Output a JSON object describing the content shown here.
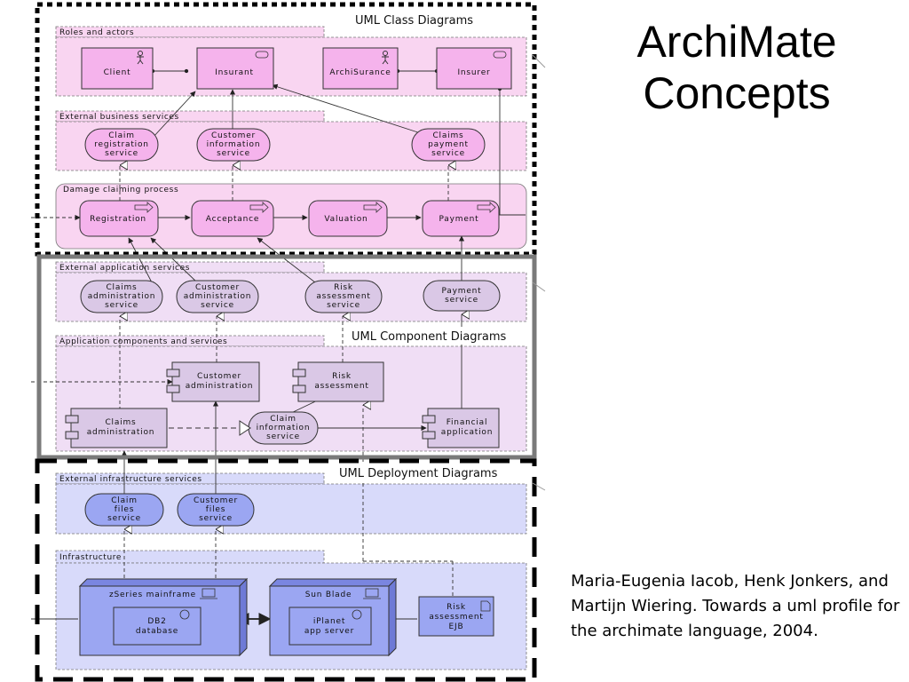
{
  "slide": {
    "title_line1": "ArchiMate",
    "title_line2": "Concepts",
    "citation": "Maria-Eugenia Iacob, Henk Jonkers, and Martijn Wiering. Towards a uml profile for the archimate language, 2004."
  },
  "overlays": {
    "class": "UML Class Diagrams",
    "component": "UML Component Diagrams",
    "deployment": "UML Deployment Diagrams"
  },
  "groups": {
    "roles": "Roles and actors",
    "ext_business": "External business services",
    "process": "Damage claiming process",
    "ext_app": "External application services",
    "app_comp": "Application components and services",
    "ext_infra": "External infrastructure services",
    "infra": "Infrastructure"
  },
  "roles": {
    "client": "Client",
    "insurant": "Insurant",
    "archisurance": "ArchiSurance",
    "insurer": "Insurer"
  },
  "business_services": {
    "claim_reg": [
      "Claim",
      "registration",
      "service"
    ],
    "customer_info": [
      "Customer",
      "information",
      "service"
    ],
    "claims_payment": [
      "Claims",
      "payment",
      "service"
    ]
  },
  "process_steps": {
    "registration": "Registration",
    "acceptance": "Acceptance",
    "valuation": "Valuation",
    "payment": "Payment"
  },
  "app_services": {
    "claims_admin": [
      "Claims",
      "administration",
      "service"
    ],
    "customer_admin": [
      "Customer",
      "administration",
      "service"
    ],
    "risk_assess": [
      "Risk",
      "assessment",
      "service"
    ],
    "payment": [
      "Payment",
      "service"
    ]
  },
  "components": {
    "customer_admin": [
      "Customer",
      "administration"
    ],
    "risk": [
      "Risk",
      "assessment"
    ],
    "claims_admin": [
      "Claims",
      "administration"
    ],
    "claim_info": [
      "Claim",
      "information",
      "service"
    ],
    "financial": [
      "Financial",
      "application"
    ]
  },
  "infra_services": {
    "claim_files": [
      "Claim",
      "files",
      "service"
    ],
    "customer_files": [
      "Customer",
      "files",
      "service"
    ]
  },
  "infrastructure": {
    "zseries": "zSeries mainframe",
    "db2": [
      "DB2",
      "database"
    ],
    "sunblade": "Sun Blade",
    "iplanet": [
      "iPlanet",
      "app server"
    ],
    "ejb": [
      "Risk",
      "assessment",
      "EJB"
    ]
  },
  "colors": {
    "business_bg": "#f9d5f1",
    "business_el": "#f5b3ec",
    "app_bg": "#f0def5",
    "app_el": "#dac8e6",
    "infra_bg": "#d8dafa",
    "infra_el": "#9ba6f2"
  }
}
